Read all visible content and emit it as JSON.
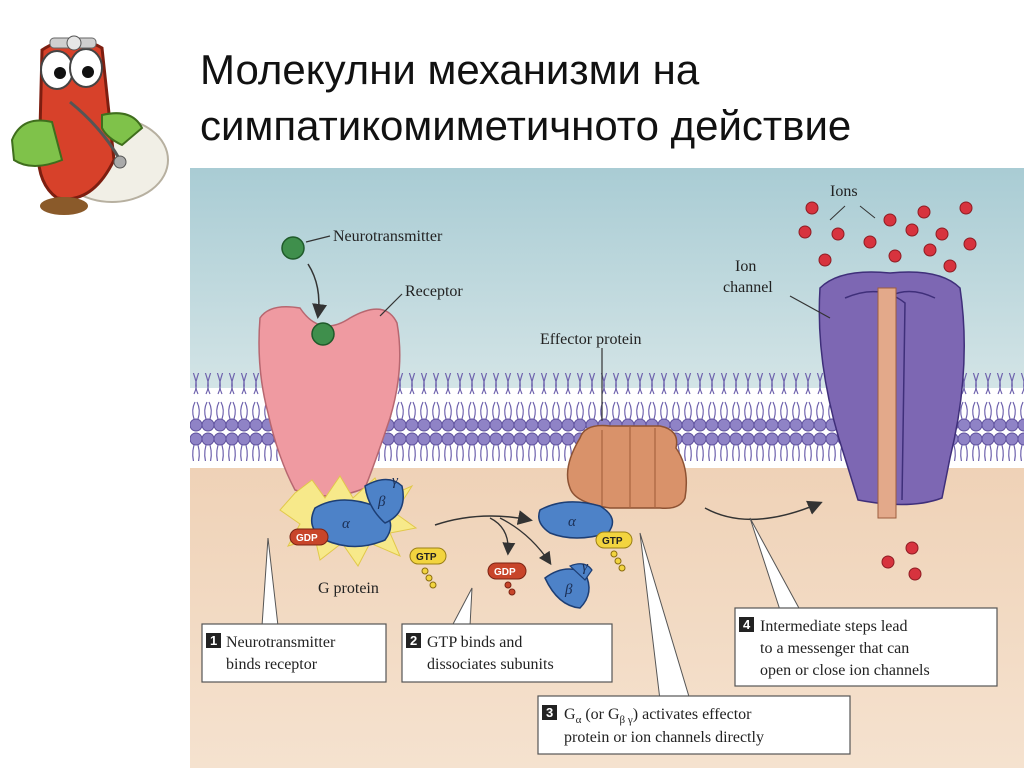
{
  "slide": {
    "title_line1": "Молекулни механизми на",
    "title_line2": "симпатикомиметичното действие"
  },
  "diagram": {
    "labels": {
      "neurotransmitter": "Neurotransmitter",
      "receptor": "Receptor",
      "effector_protein": "Effector protein",
      "ions": "Ions",
      "ion_channel_1": "Ion",
      "ion_channel_2": "channel",
      "g_protein": "G protein"
    },
    "symbols": {
      "alpha": "α",
      "beta": "β",
      "gamma": "γ",
      "gdp": "GDP",
      "gtp": "GTP"
    },
    "steps": [
      {
        "number": "1",
        "line1": "Neurotransmitter",
        "line2": "binds receptor"
      },
      {
        "number": "2",
        "line1": "GTP binds and",
        "line2": "dissociates subunits"
      },
      {
        "number": "3",
        "line1": "G",
        "line1_sub1": "α",
        "line1_mid": " (or G",
        "line1_sub2": "β γ",
        "line1_end": ") activates effector",
        "line2": "protein or ion channels directly"
      },
      {
        "number": "4",
        "line1": "Intermediate steps lead",
        "line2": "to a messenger that can",
        "line3": "open or close ion channels"
      }
    ]
  },
  "colors": {
    "extracellular": "#b9d6dc",
    "intracellular": "#f2d9c1",
    "membrane": "#8f83c6",
    "receptor": "#ef9aa1",
    "g_alpha": "#4d82c8",
    "effector": "#d9926a",
    "ion_channel": "#7d67b3",
    "ion": "#d7333e",
    "neurotransmitter": "#3f8f4c",
    "gdp": "#c8452a",
    "gtp": "#f2d43f"
  },
  "mascot": {
    "icon": "pill-doctor-mascot"
  }
}
